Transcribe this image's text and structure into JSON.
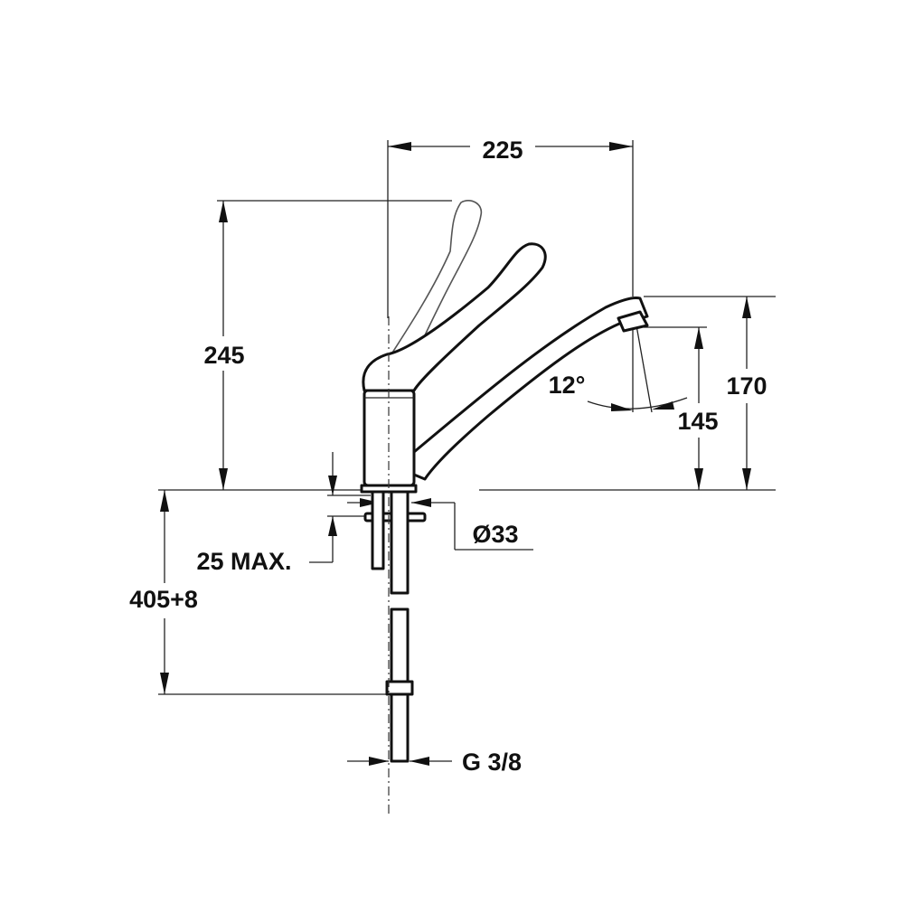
{
  "dimensions": {
    "width_spout": "225",
    "height_lever": "245",
    "spout_height": "170",
    "outlet_height": "145",
    "angle": "12°",
    "deck_thickness": "25 MAX.",
    "hole_diameter": "Ø33",
    "hose_length": "405+8",
    "thread": "G 3/8"
  },
  "colors": {
    "line": "#111111",
    "background": "#ffffff"
  }
}
